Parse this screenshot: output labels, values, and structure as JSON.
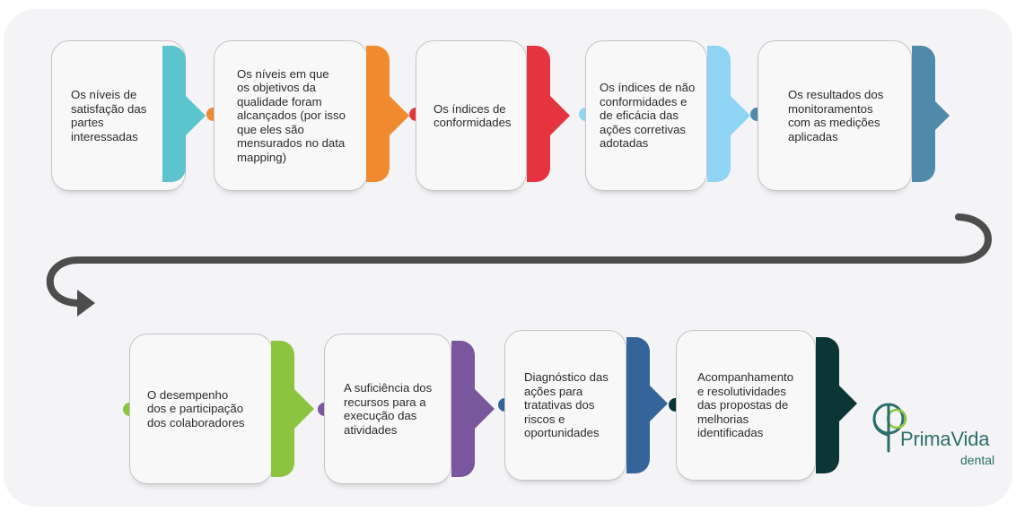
{
  "steps": [
    {
      "text": "Os níveis de\nsatisfação das\npartes\ninteressadas",
      "color": "#5bc4cd"
    },
    {
      "text": "Os níveis em que\nos objetivos da\nqualidade foram\nalcançados (por isso\nque eles são\nmensurados no data\nmapping)",
      "color": "#f08a2e"
    },
    {
      "text": "Os índices de\nconformidades",
      "color": "#e5343d"
    },
    {
      "text": "Os índices de não\nconformidades e\nde eficácia das\nações corretivas\nadotadas",
      "color": "#8fd4f4"
    },
    {
      "text": "Os resultados dos\nmonitoramentos\ncom as medições\naplicadas",
      "color": "#4f8aab"
    },
    {
      "text": "O desempenho\ndos e participação\ndos colaboradores",
      "color": "#8bc53f"
    },
    {
      "text": "A suficiência dos\nrecursos para a\nexecução das\natividades",
      "color": "#7a569e"
    },
    {
      "text": "Diagnóstico das\nações para\ntratativas dos\nriscos e\noportunidades",
      "color": "#35649b"
    },
    {
      "text": "Acompanhamento\ne resolutividades\ndas propostas de\nmelhorias\nidentificadas",
      "color": "#0c3535"
    }
  ],
  "connector_color": "#4d4d4d",
  "logo": {
    "name": "PrimaVida",
    "sub": "dental",
    "color": "#2a6f6b"
  }
}
